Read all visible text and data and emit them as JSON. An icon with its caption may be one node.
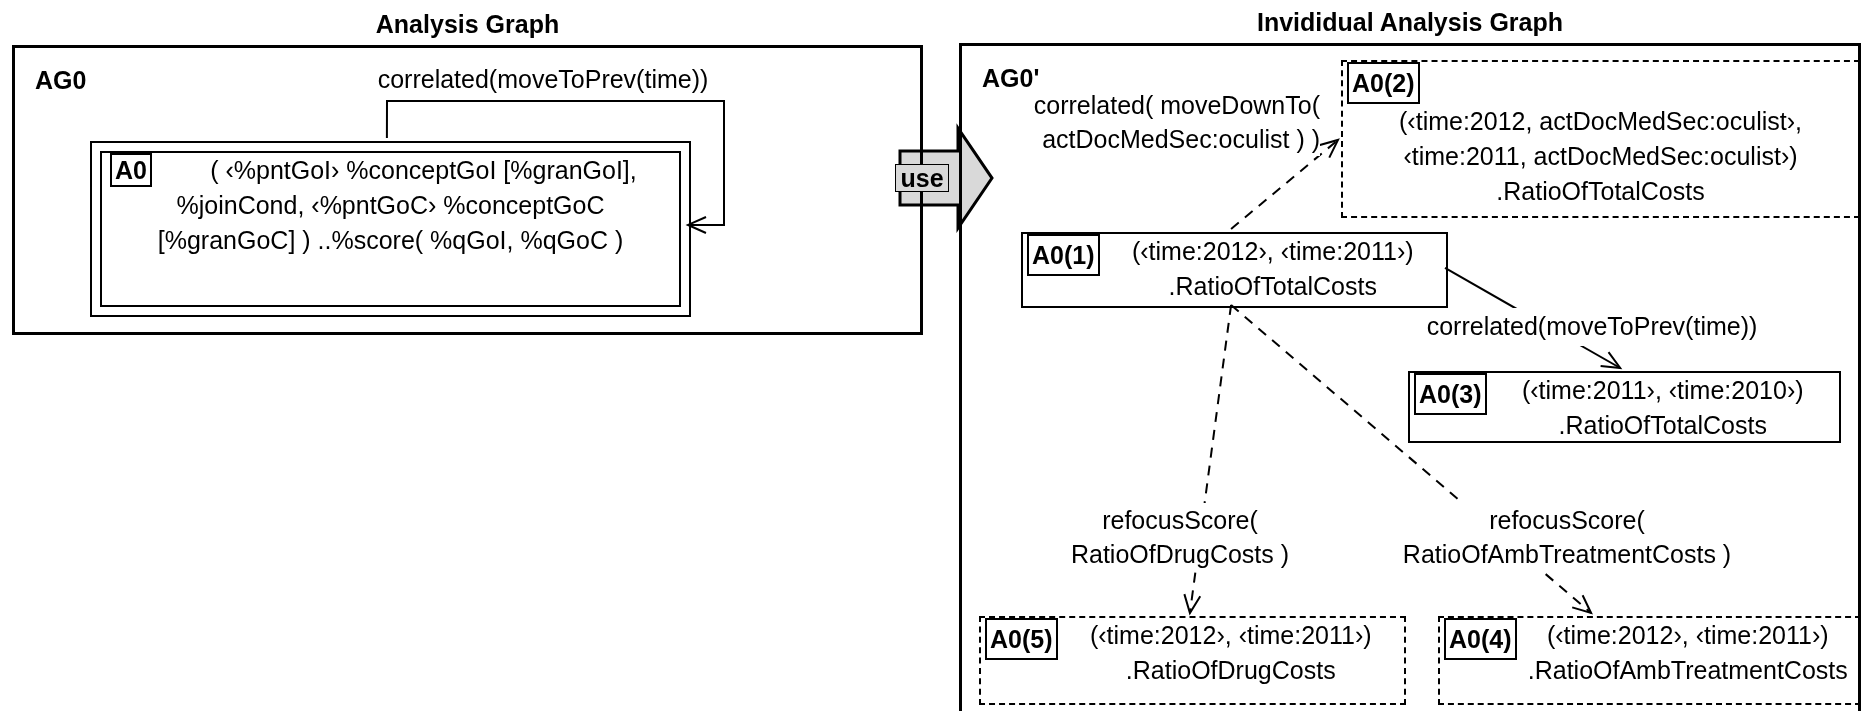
{
  "diagram": {
    "nodes": [
      {
        "text": [
          "Analysis Graph",
          "AG0"
        ]
      },
      {
        "text": [
          "A0",
          "( ‹%pntGoI› %conceptGoI [%granGoI], %joinCond, ‹%pntGoC› %conceptGoC [%granGoC] ) ..%score( %qGoI, %qGoC )"
        ],
        "in": 0
      },
      {
        "text": [
          "Invididual Analysis Graph",
          "AG0'"
        ]
      },
      {
        "text": [
          "A0(2)",
          "(‹time:2012, actDocMedSec:oculist›, ‹time:2011, actDocMedSec:oculist›) .RatioOfTotalCosts"
        ],
        "in": 2
      },
      {
        "text": [
          "A0(1)",
          "(‹time:2012›, ‹time:2011›) .RatioOfTotalCosts"
        ],
        "in": 2
      },
      {
        "text": [
          "A0(3)",
          "(‹time:2011›, ‹time:2010›) .RatioOfTotalCosts"
        ],
        "in": 2
      },
      {
        "text": [
          "A0(5)",
          "(‹time:2012›, ‹time:2011›) .RatioOfDrugCosts"
        ],
        "in": 2
      },
      {
        "text": [
          "A0(4)",
          "(‹time:2012›, ‹time:2011›) .RatioOfAmbTreatmentCosts"
        ],
        "in": 2
      }
    ],
    "edges": [
      {
        "from": 1,
        "to": 1,
        "arrow": "to",
        "label": "correlated(moveToPrev(time))"
      },
      {
        "from": 0,
        "to": 2,
        "arrow": "to",
        "label": "use",
        "style": "thick"
      },
      {
        "from": 4,
        "to": 3,
        "arrow": "to",
        "label": "correlated( moveDownTo( actDocMedSec:oculist ) )",
        "style": "dashed"
      },
      {
        "from": 4,
        "to": 5,
        "arrow": "to",
        "label": "correlated(moveToPrev(time))"
      },
      {
        "from": 4,
        "to": 6,
        "arrow": "to",
        "label": "refocusScore( RatioOfDrugCosts )",
        "style": "dashed"
      },
      {
        "from": 4,
        "to": 7,
        "arrow": "to",
        "label": "refocusScore( RatioOfAmbTreatmentCosts )",
        "style": "dashed"
      }
    ]
  }
}
